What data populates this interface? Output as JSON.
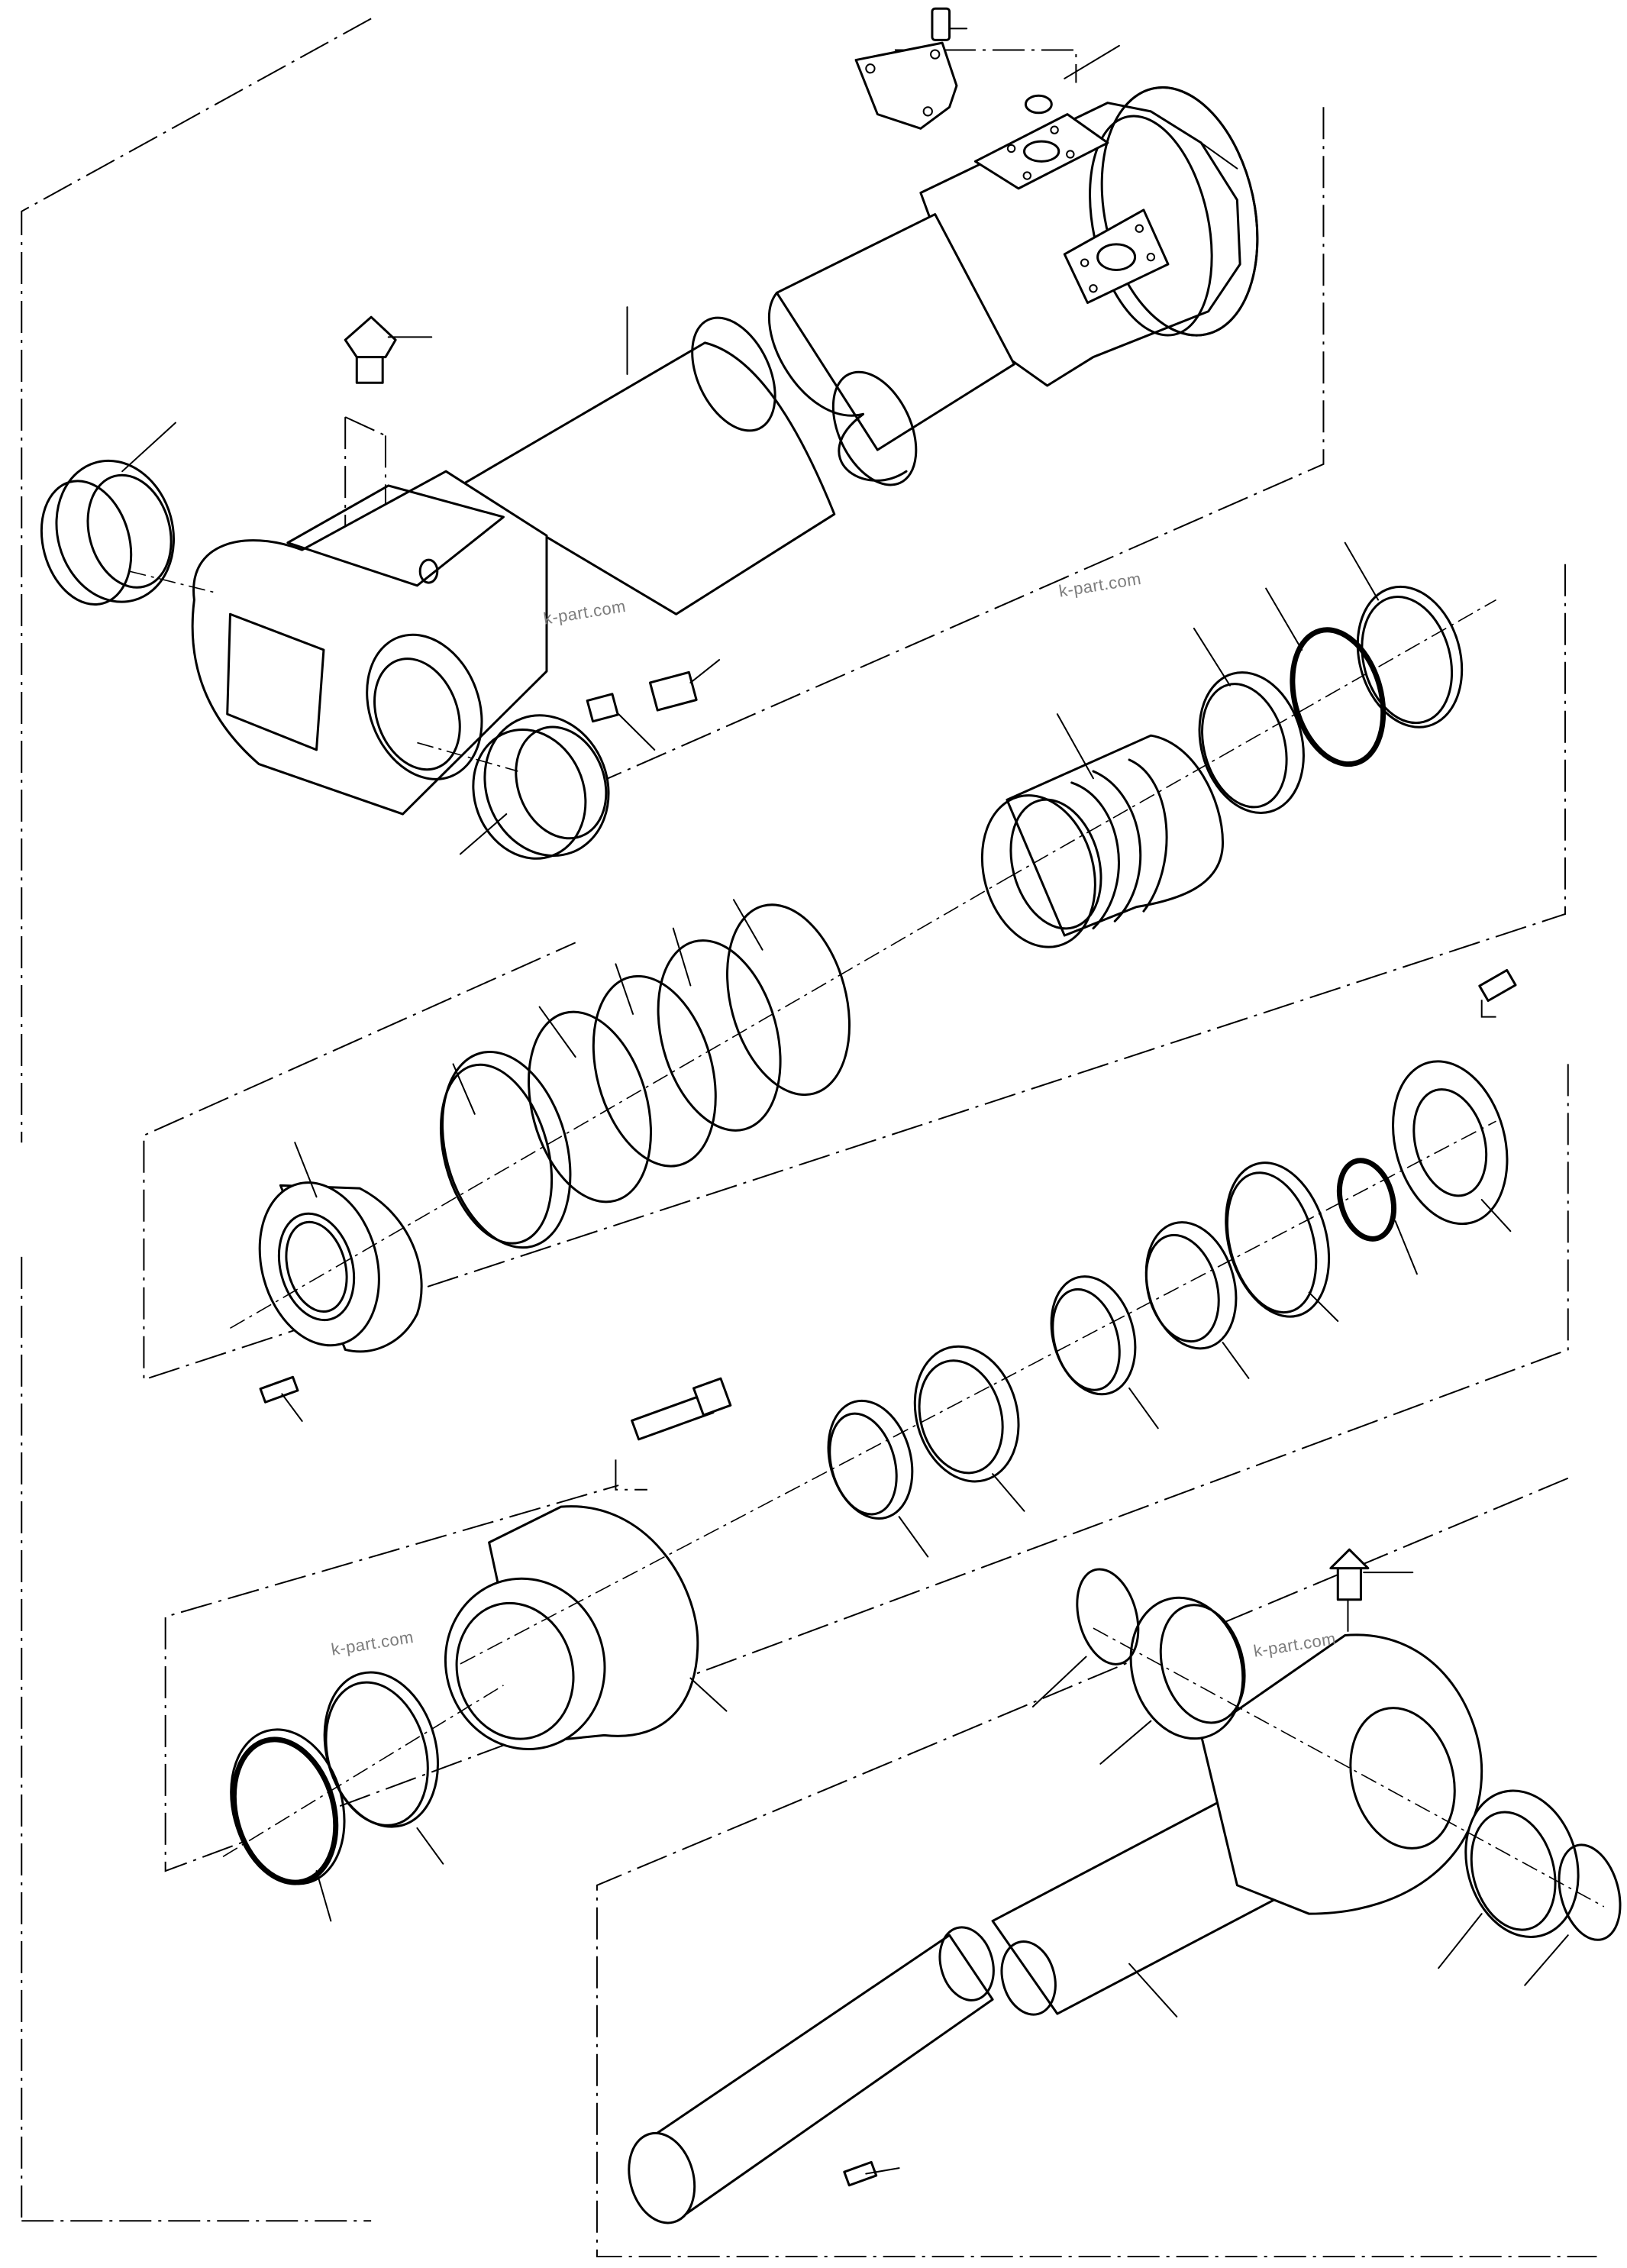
{
  "diagram": {
    "kind": "exploded parts view",
    "watermarks": [
      "k-part.com",
      "k-part.com",
      "k-part.com",
      "k-part.com"
    ]
  }
}
